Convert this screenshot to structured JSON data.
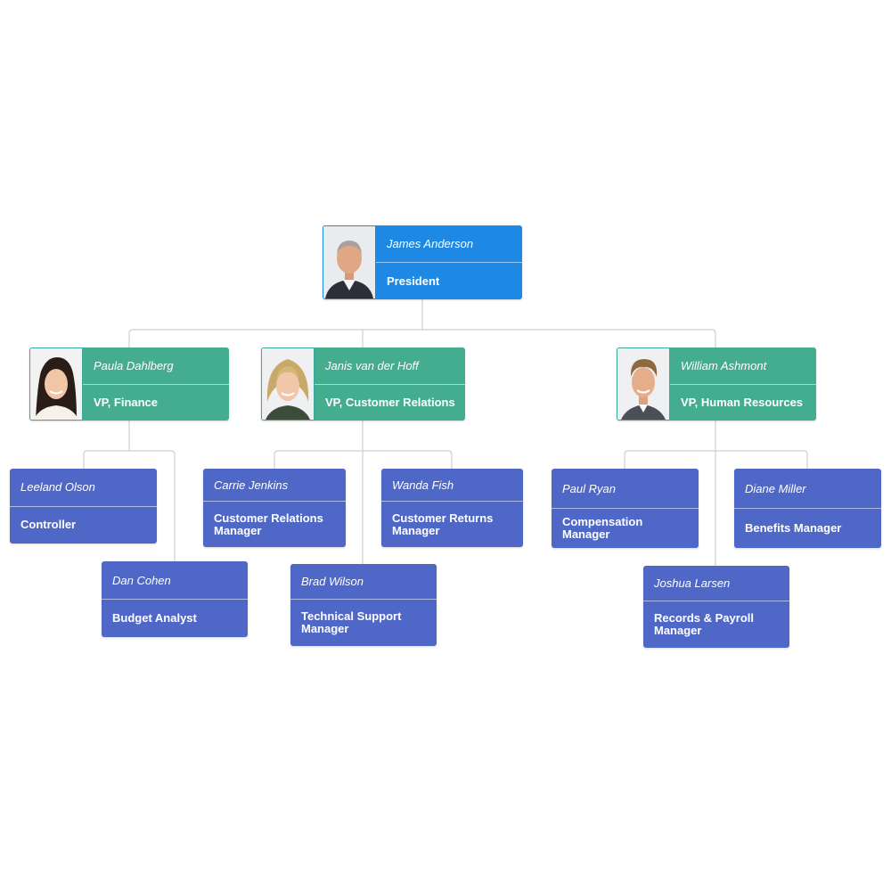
{
  "colors": {
    "president": "#1e88e5",
    "vp": "#45ad8f",
    "staff": "#4f68c8",
    "connector": "#cfcfcf"
  },
  "president": {
    "name": "James Anderson",
    "title": "President",
    "icon": "portrait-photo"
  },
  "vps": [
    {
      "name": "Paula Dahlberg",
      "title": "VP, Finance",
      "icon": "portrait-photo"
    },
    {
      "name": "Janis van der Hoff",
      "title": "VP, Customer Relations",
      "icon": "portrait-photo"
    },
    {
      "name": "William Ashmont",
      "title": "VP, Human Resources",
      "icon": "portrait-photo"
    }
  ],
  "staff": [
    {
      "name": "Leeland Olson",
      "title": "Controller"
    },
    {
      "name": "Dan Cohen",
      "title": "Budget Analyst"
    },
    {
      "name": "Carrie Jenkins",
      "title": "Customer Relations Manager"
    },
    {
      "name": "Wanda Fish",
      "title": "Customer Returns Manager"
    },
    {
      "name": "Brad Wilson",
      "title": "Technical Support Manager"
    },
    {
      "name": "Paul Ryan",
      "title": "Compensation Manager"
    },
    {
      "name": "Diane Miller",
      "title": "Benefits Manager"
    },
    {
      "name": "Joshua Larsen",
      "title": "Records & Payroll Manager"
    }
  ]
}
